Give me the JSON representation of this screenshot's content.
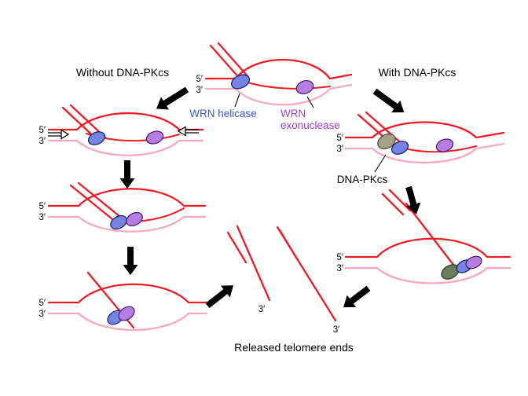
{
  "headings": {
    "without": "Without DNA-PKcs",
    "with": "With DNA-PKcs"
  },
  "labels": {
    "wrn_helicase": "WRN helicase",
    "wrn": "WRN",
    "exonuclease": "exonuclease",
    "dna_pkcs": "DNA-PKcs",
    "released": "Released telomere ends",
    "five_prime": "5′",
    "three_prime": "3′"
  },
  "colors": {
    "strand_red": "#ed1c24",
    "strand_pink": "#f7a8bc",
    "helicase_blue": "#7583e3",
    "exonuclease_purple": "#b77cdf",
    "dnapkcs_gray": "#a7a089",
    "dnapkcs_green": "#667f5a",
    "label_blue": "#3a53dd",
    "label_purple": "#9a3fd4"
  }
}
